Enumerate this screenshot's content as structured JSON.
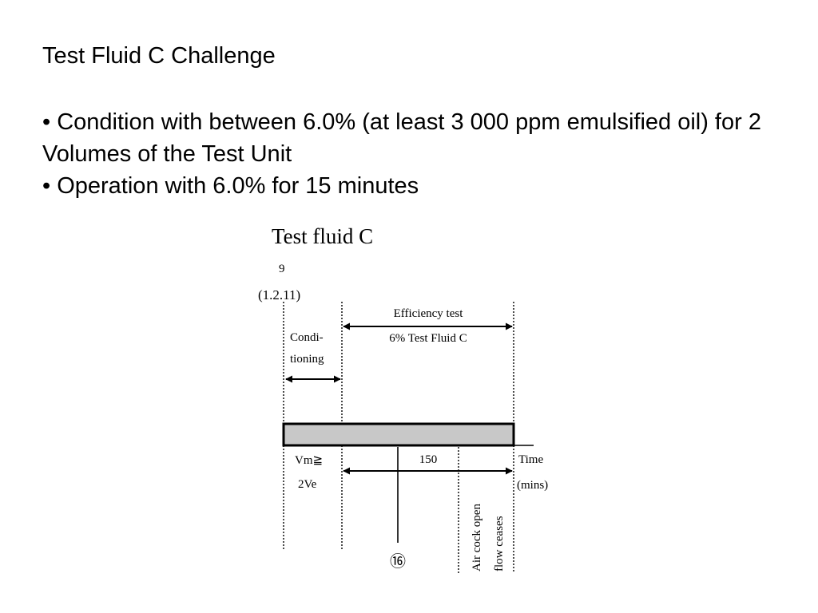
{
  "slide": {
    "title": "Test Fluid C Challenge",
    "bullets": [
      "• Condition with between 6.0% (at least 3 000 ppm emulsified oil) for 2 Volumes of the Test Unit",
      "• Operation with 6.0% for 15 minutes"
    ]
  },
  "diagram": {
    "title": "Test fluid C",
    "ref_number": "9",
    "ref_section": "(1.2.11)",
    "efficiency_label_1": "Efficiency test",
    "efficiency_label_2": "6% Test Fluid C",
    "conditioning_label_1": "Condi-",
    "conditioning_label_2": "tioning",
    "vm_label": "Vm≧",
    "ve_label": "2Ve",
    "duration_label": "150",
    "time_label": "Time",
    "unit_label": "(mins)",
    "marker_16": "⑯",
    "air_cock_label": "Air cock open",
    "flow_label": "flow ceases"
  }
}
